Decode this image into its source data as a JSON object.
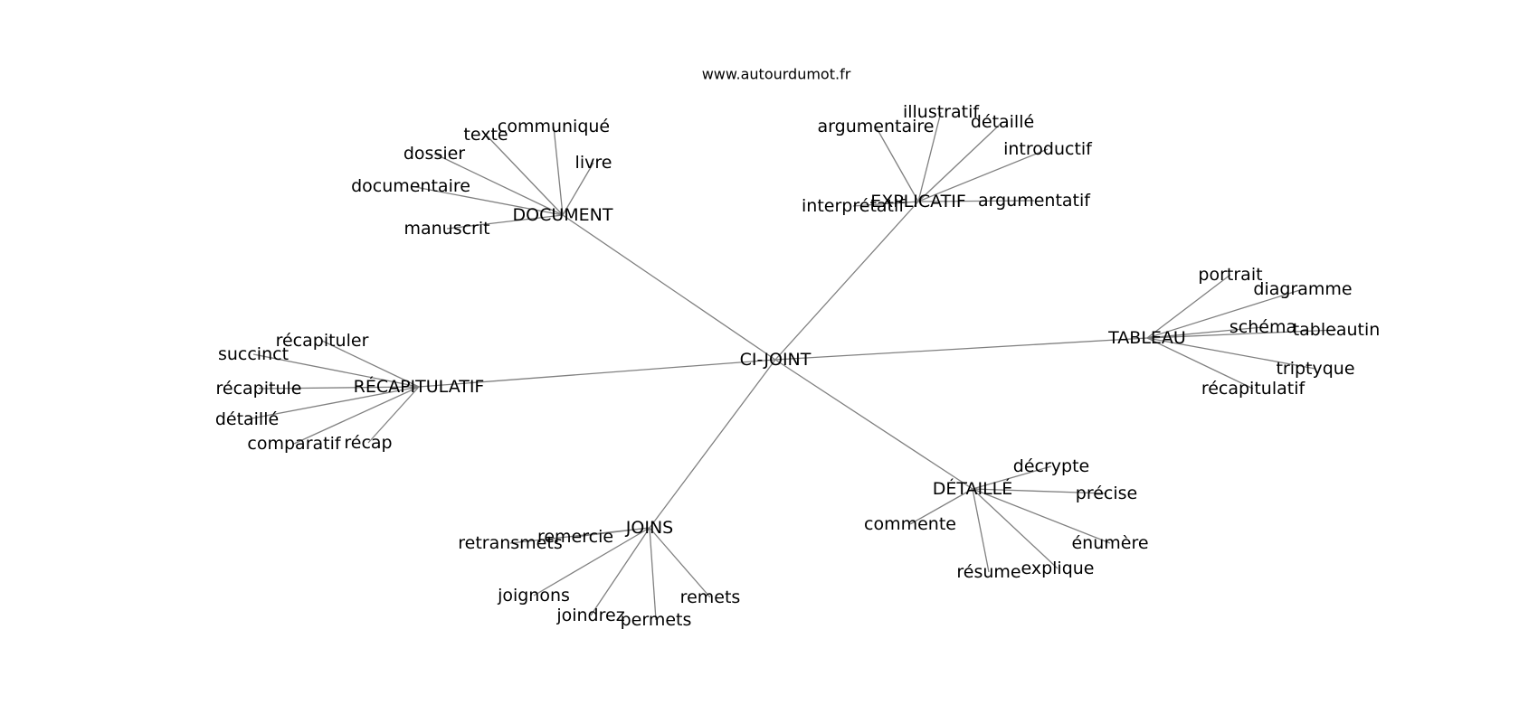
{
  "header": {
    "site": "www.autourdumot.fr"
  },
  "style": {
    "edge_color": "#808080",
    "text_color": "#000000",
    "background": "#ffffff"
  },
  "graph": {
    "center": "CI-JOINT",
    "clusters": [
      {
        "label": "DOCUMENT",
        "children": [
          "communiqué",
          "texte",
          "livre",
          "dossier",
          "documentaire",
          "manuscrit"
        ]
      },
      {
        "label": "EXPLICATIF",
        "children": [
          "illustratif",
          "détaillé",
          "argumentaire",
          "introductif",
          "argumentatif",
          "interprétatif"
        ]
      },
      {
        "label": "TABLEAU",
        "children": [
          "portrait",
          "diagramme",
          "schéma",
          "tableautin",
          "triptyque",
          "récapitulatif"
        ]
      },
      {
        "label": "RÉCAPITULATIF",
        "children": [
          "récapituler",
          "succinct",
          "récapitule",
          "détaillé",
          "comparatif",
          "récap"
        ]
      },
      {
        "label": "DÉTAILLÉ",
        "children": [
          "décrypte",
          "précise",
          "commente",
          "énumère",
          "explique",
          "résume"
        ]
      },
      {
        "label": "JOINS",
        "children": [
          "remercie",
          "retransmets",
          "joignons",
          "joindrez",
          "permets",
          "remets"
        ]
      }
    ]
  }
}
